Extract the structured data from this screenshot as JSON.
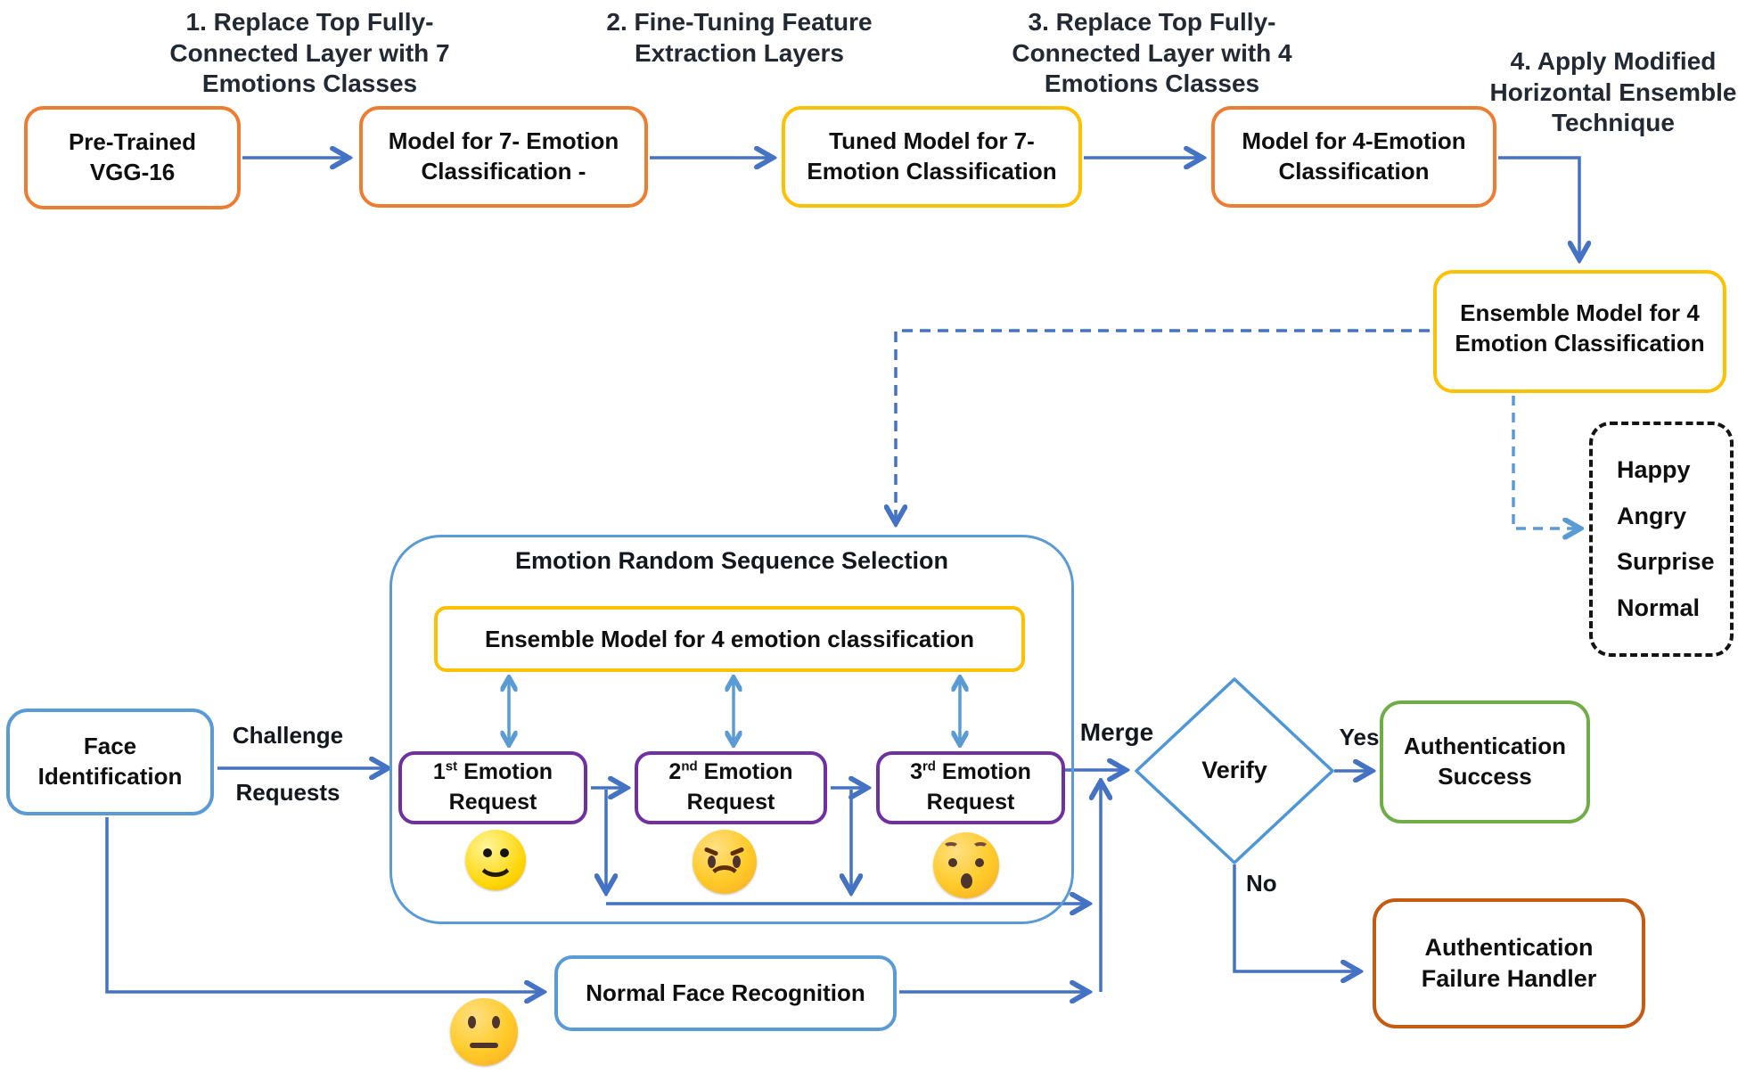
{
  "colors": {
    "arrow_blue": "#4472C4",
    "light_blue": "#5B9BD5",
    "orange": "#ED7D31",
    "dark_orange": "#C55A11",
    "yellow": "#FFC000",
    "purple": "#7030A0",
    "green": "#70AD47",
    "dashed_black": "#141414"
  },
  "steps": [
    {
      "label": "1. Replace Top Fully-\nConnected Layer with 7\nEmotions Classes"
    },
    {
      "label": "2. Fine-Tuning Feature\nExtraction Layers"
    },
    {
      "label": "3. Replace Top Fully-\nConnected Layer with 4\nEmotions Classes"
    },
    {
      "label": "4. Apply Modified\nHorizontal Ensemble\nTechnique"
    }
  ],
  "pipeline": {
    "pretrained_vgg16": "Pre-Trained\nVGG-16",
    "model_7_emotion": "Model for 7- Emotion\nClassification -",
    "tuned_model_7": "Tuned Model for 7-\nEmotion Classification",
    "model_4_emotion": "Model for 4-Emotion\nClassification",
    "ensemble_model_4": "Ensemble Model for 4\nEmotion Classification"
  },
  "emotion_classes": {
    "items": [
      "Happy",
      "Angry",
      "Surprise",
      "Normal"
    ]
  },
  "sequence_selection": {
    "title": "Emotion Random Sequence Selection",
    "ensemble_label": "Ensemble Model for 4 emotion classification",
    "requests": [
      {
        "ord": "1",
        "sup": "st",
        "word": "Emotion",
        "word2": "Request",
        "emoji": "happy-smiley"
      },
      {
        "ord": "2",
        "sup": "nd",
        "word": "Emotion",
        "word2": "Request",
        "emoji": "angry-face"
      },
      {
        "ord": "3",
        "sup": "rd",
        "word": "Emotion",
        "word2": "Request",
        "emoji": "surprised-face"
      }
    ]
  },
  "auth_flow": {
    "face_identification": "Face\nIdentification",
    "challenge_label_top": "Challenge",
    "challenge_label_bottom": "Requests",
    "merge_label": "Merge",
    "verify_label": "Verify",
    "yes_label": "Yes",
    "no_label": "No",
    "success": "Authentication\nSuccess",
    "failure": "Authentication\nFailure Handler",
    "normal_face_recognition": "Normal Face Recognition"
  }
}
